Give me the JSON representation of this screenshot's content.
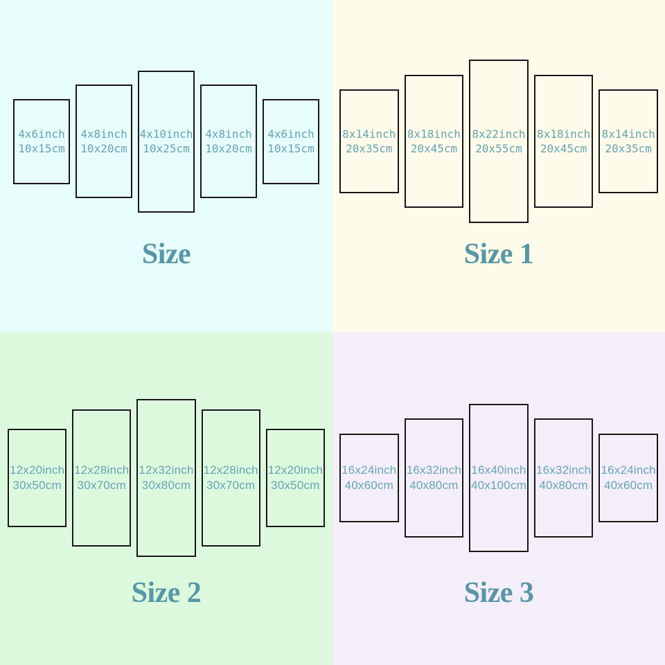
{
  "theme": {
    "border_color": "#161616",
    "label_color": "#67a3b3",
    "title_color": "#5996a6"
  },
  "quadrants": [
    {
      "title": "Size",
      "bg": "#e6fdfb",
      "panels": [
        {
          "inch": "4x6inch",
          "cm": "10x15cm",
          "w_in": 4,
          "h_in": 6
        },
        {
          "inch": "4x8inch",
          "cm": "10x20cm",
          "w_in": 4,
          "h_in": 8
        },
        {
          "inch": "4x10inch",
          "cm": "10x25cm",
          "w_in": 4,
          "h_in": 10
        },
        {
          "inch": "4x8inch",
          "cm": "10x20cm",
          "w_in": 4,
          "h_in": 8
        },
        {
          "inch": "4x6inch",
          "cm": "10x15cm",
          "w_in": 4,
          "h_in": 6
        }
      ]
    },
    {
      "title": "Size 1",
      "bg": "#fdfbe9",
      "panels": [
        {
          "inch": "8x14inch",
          "cm": "20x35cm",
          "w_in": 8,
          "h_in": 14
        },
        {
          "inch": "8x18inch",
          "cm": "20x45cm",
          "w_in": 8,
          "h_in": 18
        },
        {
          "inch": "8x22inch",
          "cm": "20x55cm",
          "w_in": 8,
          "h_in": 22
        },
        {
          "inch": "8x18inch",
          "cm": "20x45cm",
          "w_in": 8,
          "h_in": 18
        },
        {
          "inch": "8x14inch",
          "cm": "20x35cm",
          "w_in": 8,
          "h_in": 14
        }
      ]
    },
    {
      "title": "Size 2",
      "bg": "#dcf9de",
      "panels": [
        {
          "inch": "12x20inch",
          "cm": "30x50cm",
          "w_in": 12,
          "h_in": 20
        },
        {
          "inch": "12x28inch",
          "cm": "30x70cm",
          "w_in": 12,
          "h_in": 28
        },
        {
          "inch": "12x32inch",
          "cm": "30x80cm",
          "w_in": 12,
          "h_in": 32
        },
        {
          "inch": "12x28inch",
          "cm": "30x70cm",
          "w_in": 12,
          "h_in": 28
        },
        {
          "inch": "12x20inch",
          "cm": "30x50cm",
          "w_in": 12,
          "h_in": 20
        }
      ]
    },
    {
      "title": "Size 3",
      "bg": "#f3eef9",
      "panels": [
        {
          "inch": "16x24inch",
          "cm": "40x60cm",
          "w_in": 16,
          "h_in": 24
        },
        {
          "inch": "16x32inch",
          "cm": "40x80cm",
          "w_in": 16,
          "h_in": 32
        },
        {
          "inch": "16x40inch",
          "cm": "40x100cm",
          "w_in": 16,
          "h_in": 40
        },
        {
          "inch": "16x32inch",
          "cm": "40x80cm",
          "w_in": 16,
          "h_in": 32
        },
        {
          "inch": "16x24inch",
          "cm": "40x60cm",
          "w_in": 16,
          "h_in": 24
        }
      ]
    }
  ]
}
